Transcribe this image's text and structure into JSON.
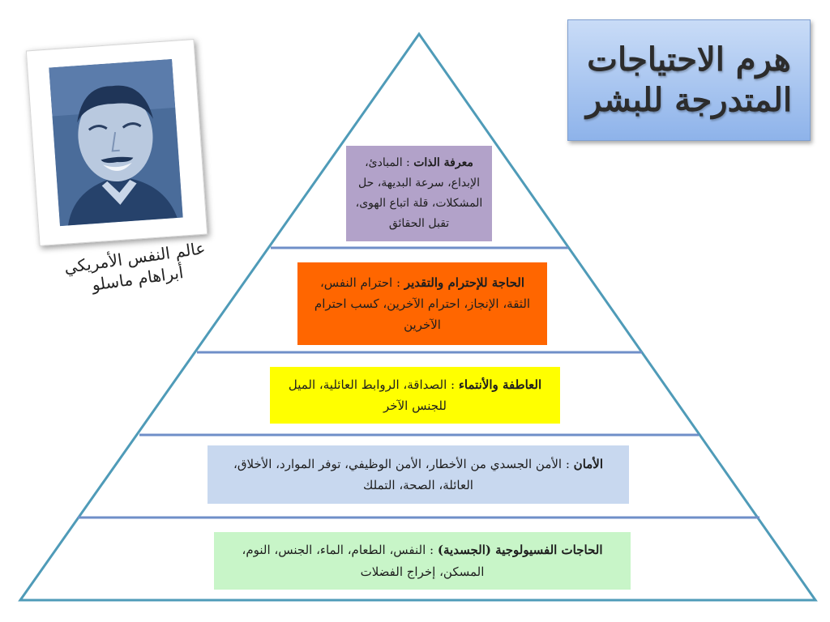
{
  "title": {
    "line1": "هرم الاحتياجات",
    "line2": "المتدرجة للبشر"
  },
  "photo_caption": {
    "line1": "عالم النفس الأمريكي",
    "line2": "أبراهام ماسلو"
  },
  "levels": [
    {
      "term": "معرفة الذات",
      "sep": " : ",
      "desc": "المبادئ، الإبداع، سرعة البديهة، حل المشكلات، قلة اتباع الهوى، تقبل الحقائق",
      "color": "#b2a2c9"
    },
    {
      "term": "الحاجة للإحترام والتقدير",
      "sep": " : ",
      "desc": "احترام النفس، الثقة، الإنجاز، احترام الآخرين، كسب احترام الآخرين",
      "color": "#ff6600"
    },
    {
      "term": "العاطفة والأنتماء",
      "sep": " : ",
      "desc": "الصداقة، الروابط العائلية، الميل للجنس الآخر",
      "color": "#ffff00"
    },
    {
      "term": "الأمان",
      "sep": " : ",
      "desc": "الأمن الجسدي من الأخطار، الأمن الوظيفي، توفر الموارد، الأخلاق، العائلة، الصحة، التملك",
      "color": "#c8d8ef"
    },
    {
      "term": "الحاجات الفسيولوجية (الجسدية)",
      "sep": " : ",
      "desc": "النفس، الطعام، الماء، الجنس، النوم، المسكن، إخراج الفضلات",
      "color": "#c8f5c8"
    }
  ],
  "colors": {
    "pyramid_outline": "#4f9bb8",
    "divider": "#6f8fc8",
    "title_bg": "#a9c6f0"
  }
}
